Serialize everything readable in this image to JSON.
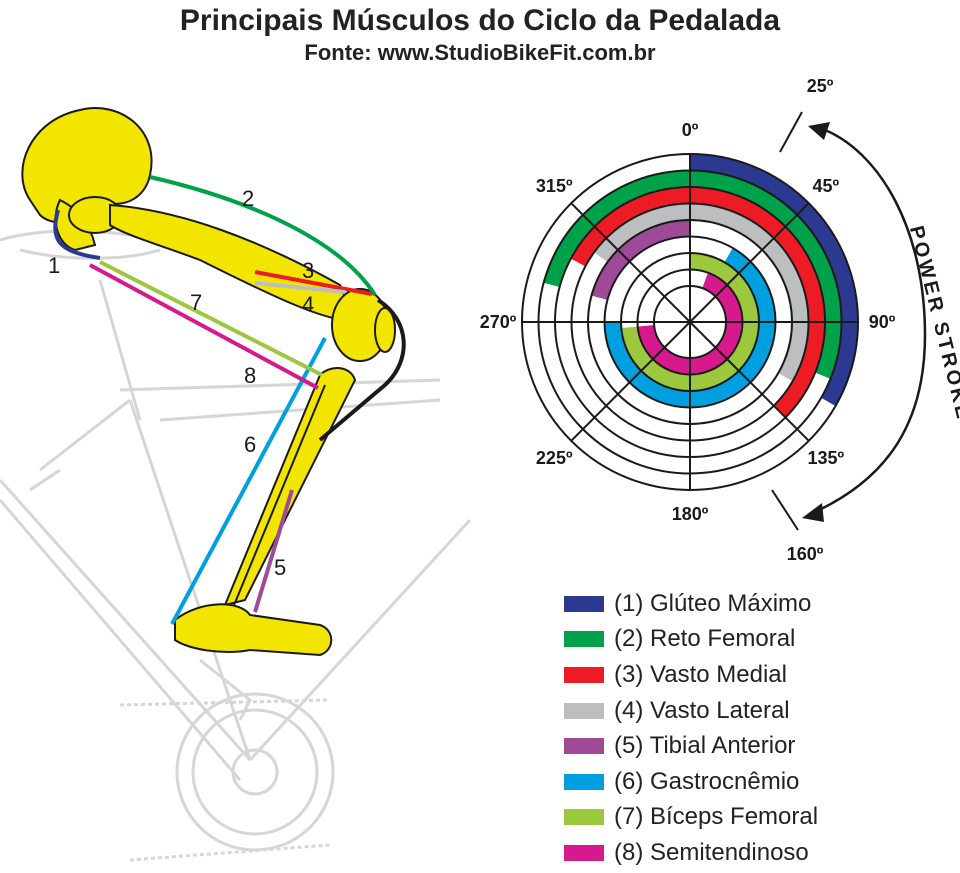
{
  "title": "Principais Músculos do Ciclo da Pedalada",
  "subtitle": "Fonte: www.StudioBikeFit.com.br",
  "leg_labels": [
    "1",
    "2",
    "3",
    "4",
    "5",
    "6",
    "7",
    "8"
  ],
  "angle_labels": [
    "0º",
    "45º",
    "90º",
    "135º",
    "180º",
    "225º",
    "270º",
    "315º"
  ],
  "power_stroke": {
    "label": "POWER STROKE",
    "start_label": "25º",
    "end_label": "160º"
  },
  "colors": {
    "skeleton": "#f2e600",
    "bike": "#d6d6d6",
    "outline": "#1a1a1a"
  },
  "muscles": [
    {
      "number": 1,
      "label": "(1) Glúteo Máximo",
      "color": "#2b3990",
      "ring": 1,
      "ranges": [
        [
          0,
          120
        ]
      ]
    },
    {
      "number": 2,
      "label": "(2) Reto Femoral",
      "color": "#00a14b",
      "ring": 2,
      "ranges": [
        [
          285,
          360
        ],
        [
          0,
          112
        ]
      ]
    },
    {
      "number": 3,
      "label": "(3) Vasto Medial",
      "color": "#ed1c24",
      "ring": 3,
      "ranges": [
        [
          298,
          360
        ],
        [
          0,
          135
        ]
      ]
    },
    {
      "number": 4,
      "label": "(4) Vasto Lateral",
      "color": "#bcbec0",
      "ring": 4,
      "ranges": [
        [
          306,
          360
        ],
        [
          0,
          120
        ]
      ]
    },
    {
      "number": 5,
      "label": "(5) Tibial Anterior",
      "color": "#9e4a97",
      "ring": 5,
      "ranges": [
        [
          285,
          360
        ]
      ]
    },
    {
      "number": 6,
      "label": "(6) Gastrocnêmio",
      "color": "#00a0e0",
      "ring": 6,
      "ranges": [
        [
          30,
          270
        ]
      ]
    },
    {
      "number": 7,
      "label": "(7) Bíceps Femoral",
      "color": "#9bc83c",
      "ring": 7,
      "ranges": [
        [
          0,
          265
        ]
      ]
    },
    {
      "number": 8,
      "label": "(8) Semitendinoso",
      "color": "#d6198c",
      "ring": 8,
      "ranges": [
        [
          20,
          265
        ]
      ]
    }
  ]
}
